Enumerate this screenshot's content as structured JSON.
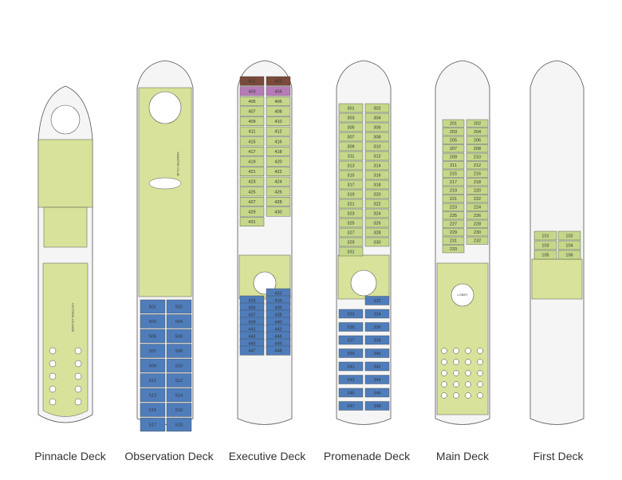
{
  "colors": {
    "hull_fill": "#f5f5f5",
    "hull_stroke": "#555555",
    "public_area": "#d9e29a",
    "cabin_green": "#c5d88a",
    "cabin_blue": "#4f7dbb",
    "cabin_brown": "#7a4a3a",
    "cabin_purple": "#b77bb8",
    "label_color": "#333333"
  },
  "decks": [
    {
      "name": "Pinnacle Deck",
      "lounge_label": "VICTORIA LOUNGE",
      "cabins": []
    },
    {
      "name": "Observation Deck",
      "lounge_label": "YAMATOE CLUB",
      "cabins": [
        "501",
        "502",
        "503",
        "504",
        "505",
        "506",
        "507",
        "508",
        "509",
        "510",
        "511",
        "512",
        "513",
        "514",
        "515",
        "516",
        "517",
        "518"
      ]
    },
    {
      "name": "Executive Deck",
      "cabins": [
        "401",
        "402",
        "403",
        "404",
        "405",
        "406",
        "407",
        "408",
        "409",
        "410",
        "411",
        "412",
        "415",
        "416",
        "417",
        "418",
        "419",
        "420",
        "421",
        "422",
        "423",
        "424",
        "425",
        "426",
        "427",
        "428",
        "429",
        "430",
        "431",
        "432",
        "433",
        "434",
        "435",
        "436",
        "437",
        "438",
        "439",
        "440",
        "441",
        "442",
        "443",
        "444",
        "445",
        "446",
        "447",
        "448"
      ]
    },
    {
      "name": "Promenade Deck",
      "cabins": [
        "301",
        "302",
        "303",
        "304",
        "305",
        "306",
        "307",
        "308",
        "309",
        "310",
        "311",
        "312",
        "313",
        "314",
        "315",
        "316",
        "317",
        "318",
        "319",
        "320",
        "321",
        "322",
        "323",
        "324",
        "325",
        "326",
        "327",
        "328",
        "329",
        "330",
        "331",
        "332",
        "333",
        "334",
        "335",
        "336",
        "337",
        "338",
        "339",
        "340",
        "341",
        "342",
        "343",
        "344",
        "345",
        "346",
        "347",
        "348"
      ]
    },
    {
      "name": "Main Deck",
      "lounge_label": "LOBBY",
      "cabins": [
        "201",
        "202",
        "203",
        "204",
        "205",
        "206",
        "207",
        "208",
        "209",
        "210",
        "211",
        "212",
        "215",
        "216",
        "217",
        "218",
        "219",
        "220",
        "221",
        "222",
        "223",
        "224",
        "225",
        "226",
        "227",
        "228",
        "229",
        "230",
        "231",
        "232",
        "233"
      ]
    },
    {
      "name": "First Deck",
      "cabins": [
        "101",
        "102",
        "103",
        "104",
        "105",
        "106"
      ]
    }
  ]
}
